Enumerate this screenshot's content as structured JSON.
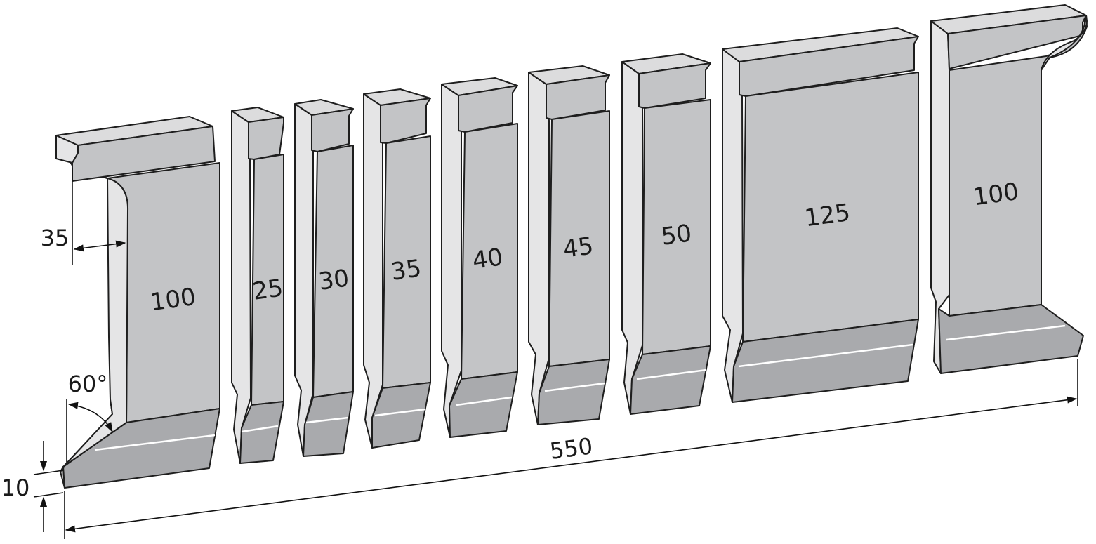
{
  "segments": [
    {
      "label": "100",
      "width": 100
    },
    {
      "label": "25",
      "width": 25
    },
    {
      "label": "30",
      "width": 30
    },
    {
      "label": "35",
      "width": 35
    },
    {
      "label": "40",
      "width": 40
    },
    {
      "label": "45",
      "width": 45
    },
    {
      "label": "50",
      "width": 50
    },
    {
      "label": "125",
      "width": 125
    },
    {
      "label": "100",
      "width": 100
    }
  ],
  "dimensions": {
    "total_length": "550",
    "tip_angle": "60°",
    "tip_height": "10",
    "horn_depth": "35"
  },
  "colors": {
    "front": "#c3c4c6",
    "side": "#e5e5e6",
    "top": "#dcdcdd",
    "bottom": "#a9aaad",
    "outline": "#1e1e1e",
    "highlight": "#ffffff"
  }
}
